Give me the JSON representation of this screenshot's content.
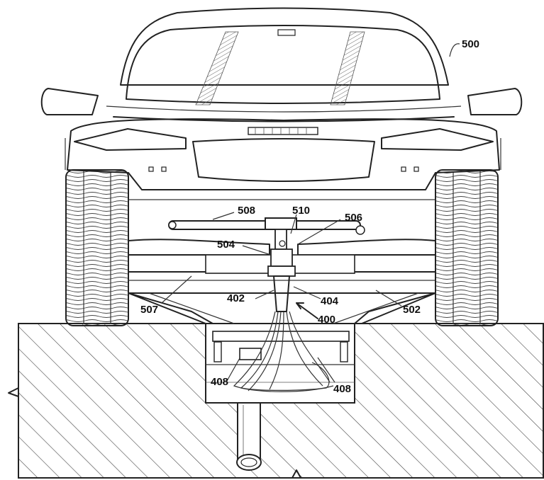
{
  "figure": {
    "reference_numerals": {
      "vehicle": "500",
      "arm": "508",
      "connector_top": "510",
      "connector_arm": "506",
      "connector_body": "504",
      "underbody_left": "507",
      "underbody_right": "502",
      "coupler_left": "402",
      "coupler_right": "404",
      "charging_unit": "400",
      "cable_left": "408",
      "cable_right": "408"
    },
    "colors": {
      "line": "#222222",
      "background": "#ffffff"
    }
  }
}
